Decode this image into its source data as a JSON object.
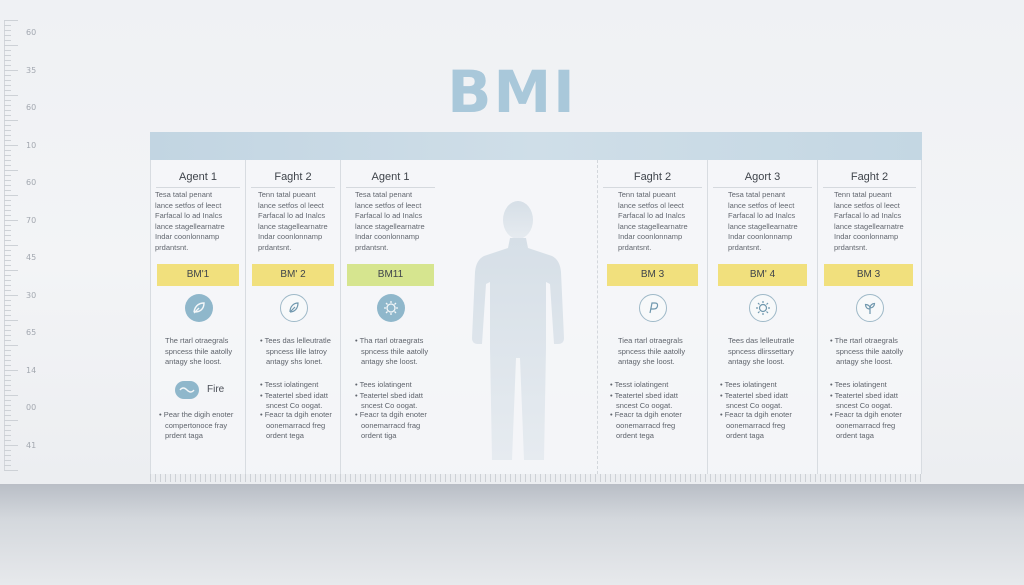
{
  "title": "BMI",
  "ruler_labels": [
    "60",
    "35",
    "60",
    "10",
    "60",
    "70",
    "45",
    "30",
    "65",
    "14",
    "00",
    "41"
  ],
  "columns": [
    {
      "header": "Agent 1",
      "description": [
        "Tesa tatal penant",
        "lance setfos of leect",
        "Farfacal lo ad Inalcs",
        "lance stagellearnatre",
        "Indar coonlonnamp",
        "prdantsnt."
      ],
      "badge": "BM'1",
      "badge_style": "yellow",
      "icon": "leaf-icon",
      "icon_style": "solid",
      "block1": [
        "The rtarl otraegrals",
        "spncess thile aatolly",
        "antagy she loost."
      ],
      "feature_pill": "Fire",
      "block3": [
        "Pear the digih enoter",
        "compertonoce fray",
        "prdent taga"
      ],
      "block3_bullet": true
    },
    {
      "header": "Faght 2",
      "description": [
        "Tenn tatal pueant",
        "lance setfos ol leect",
        "Farfacal lo ad Inalcs",
        "lance stagellearnatre",
        "Indar coonlonnamp",
        "prdantsnt."
      ],
      "badge": "BM' 2",
      "badge_style": "yellow",
      "icon": "leaf-outline-icon",
      "icon_style": "ring",
      "block1": [
        "Tees das lelleutratle",
        "spncess lille latroy",
        "antagy shs lonet."
      ],
      "block2": [
        "Tesst iolatingent",
        "Teatertel sbed idatt",
        "sncest Co oogat."
      ],
      "block3": [
        "Feacr ta dgih enoter",
        "oonemarracd freg",
        "ordent tega"
      ]
    },
    {
      "header": "Agent 1",
      "description": [
        "Tesa tatal penant",
        "lance setfos of leect",
        "Farfacal lo ad Inalcs",
        "lance stagellearnatre",
        "Indar coonlonnamp",
        "prdantsnt."
      ],
      "badge": "BM11",
      "badge_style": "green",
      "icon": "virus-icon",
      "icon_style": "solid",
      "block1": [
        "Tha rtarl otraegrats",
        "spncess thile aatolly",
        "antagy she loost."
      ],
      "block2": [
        "Tees iolatingent",
        "Teatertel sbed idatt",
        "sncest Co oogat."
      ],
      "block3": [
        "Feacr ta dgih enoter",
        "oonemarracd frag",
        "ordent tiga"
      ]
    },
    {
      "header": "Faght 2",
      "description": [
        "Tenn tatal pueant",
        "lance setfos ol leect",
        "Farfacal lo ad Inalcs",
        "lance stagellearnatre",
        "Indar coonlonnamp",
        "prdantsnt."
      ],
      "badge": "BM 3",
      "badge_style": "yellow",
      "icon": "p-symbol-icon",
      "icon_style": "ring",
      "block1": [
        "Tiea rtarl otraegrals",
        "spncess thile aatolly",
        "antagy she loost."
      ],
      "block2": [
        "Tesst iolatingent",
        "Teatertel sbed idatt",
        "sncest Co oogat."
      ],
      "block3": [
        "Feacr ta dgih enoter",
        "oonemarracd freg",
        "ordent tega"
      ]
    },
    {
      "header": "Agort 3",
      "description": [
        "Tesa tatal penant",
        "lance setfos of leect",
        "Farfacal lo ad Inalcs",
        "lance stagellearnatre",
        "Indar coonlonnamp",
        "prdantsnt."
      ],
      "badge": "BM' 4",
      "badge_style": "yellow",
      "icon": "sun-icon",
      "icon_style": "ring",
      "block1": [
        "Tees das lelleutratle",
        "spncess dlirssettary",
        "antagy she loost."
      ],
      "block2": [
        "Tees iolatingent",
        "Teatertel sbed idatt",
        "sncest Co oogat."
      ],
      "block3": [
        "Feacr ta dgih enoter",
        "oonemarracd freg",
        "ordent taga"
      ]
    },
    {
      "header": "Faght 2",
      "description": [
        "Tenn tatal pueant",
        "lance setfos ol leect",
        "Farfacal lo ad Inalcs",
        "lance stagellearnatre",
        "Indar coonlonnamp",
        "prdantsnt."
      ],
      "badge": "BM 3",
      "badge_style": "yellow",
      "icon": "sprout-icon",
      "icon_style": "ring",
      "block1": [
        "The rtarl otraegrals",
        "spncess thile aatolly",
        "antagy she loost."
      ],
      "block2": [
        "Tees iolatingent",
        "Teatertel sbed idatt",
        "sncest Co oogat."
      ],
      "block3": [
        "Feacr ta dgih enoter",
        "oonemarracd freg",
        "ordent taga"
      ]
    }
  ]
}
